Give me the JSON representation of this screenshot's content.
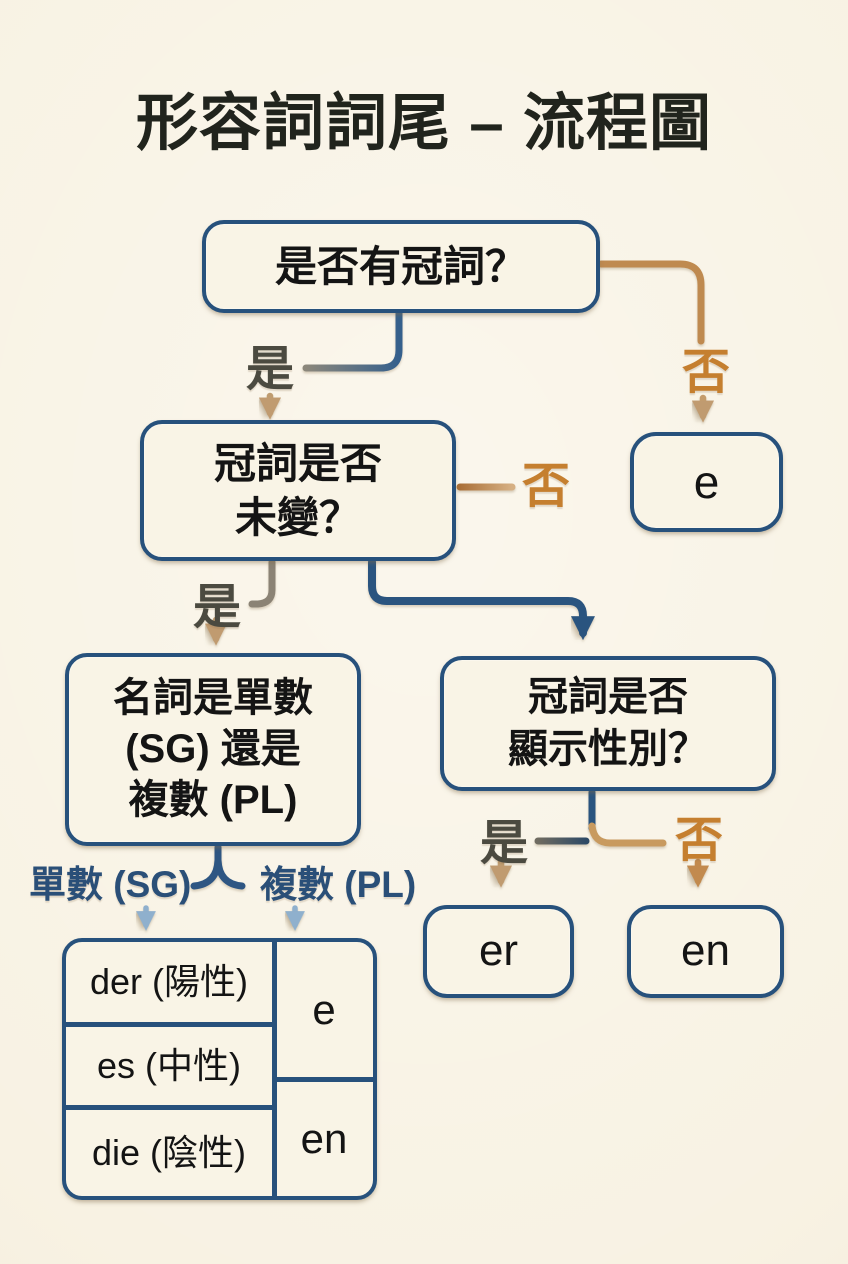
{
  "title": "形容詞詞尾 – 流程圖",
  "nodes": {
    "has_article": {
      "lines": [
        "是否有冠詞？"
      ]
    },
    "article_unchanged": {
      "lines": [
        "冠詞是否",
        "未變？"
      ]
    },
    "noun_number": {
      "lines": [
        "名詞是單數",
        "(SG) 還是",
        "複數 (PL)"
      ]
    },
    "article_gender": {
      "lines": [
        "冠詞是否",
        "顯示性別？"
      ]
    },
    "ending_e": "e",
    "ending_er": "er",
    "ending_en": "en"
  },
  "labels": {
    "yes1": "是",
    "no1": "否",
    "yes2": "是",
    "no2": "否",
    "yes3": "是",
    "no3": "否",
    "singular": "單數 (SG)",
    "plural": "複數 (PL)"
  },
  "table": {
    "left_cells": [
      "der (陽性)",
      "es (中性)",
      "die (陰性)"
    ],
    "right_cells": [
      "e",
      "en"
    ]
  },
  "colors": {
    "background": "#f8f2e3",
    "box_border": "#27517c",
    "navy_line": "#2a547f",
    "tan_line": "#bf8a50",
    "no_label": "#c57f2f",
    "yes_label": "#4b4a40",
    "branch_label": "#2a4f78",
    "light_blue_arrow": "#8fb0cd",
    "gray_line": "#8b8375",
    "text": "#141414"
  }
}
